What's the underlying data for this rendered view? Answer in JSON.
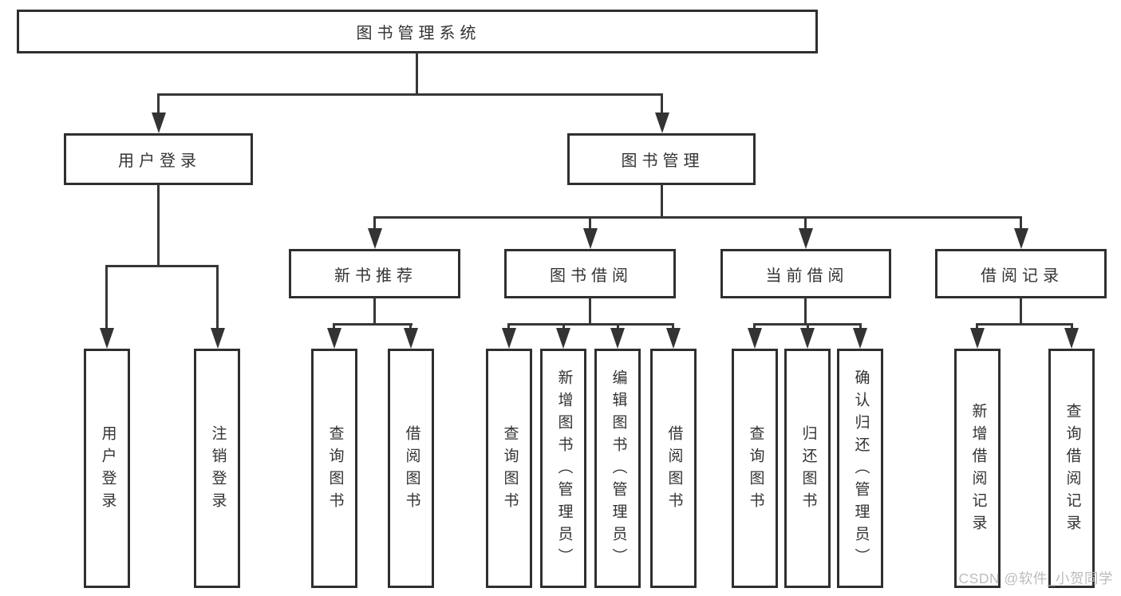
{
  "diagram": {
    "root": {
      "label": "图书管理系统"
    },
    "branches": [
      {
        "label": "用户登录",
        "children": [
          {
            "label": "用户登录"
          },
          {
            "label": "注销登录"
          }
        ]
      },
      {
        "label": "图书管理",
        "children": [
          {
            "label": "新书推荐",
            "children": [
              {
                "label": "查询图书"
              },
              {
                "label": "借阅图书"
              }
            ]
          },
          {
            "label": "图书借阅",
            "children": [
              {
                "label": "查询图书"
              },
              {
                "label": "新增图书（管理员）"
              },
              {
                "label": "编辑图书（管理员）"
              },
              {
                "label": "借阅图书"
              }
            ]
          },
          {
            "label": "当前借阅",
            "children": [
              {
                "label": "查询图书"
              },
              {
                "label": "归还图书"
              },
              {
                "label": "确认归还（管理员）"
              }
            ]
          },
          {
            "label": "借阅记录",
            "children": [
              {
                "label": "新增借阅记录"
              },
              {
                "label": "查询借阅记录"
              }
            ]
          }
        ]
      }
    ]
  },
  "watermark": {
    "text": "CSDN @软件_小贺同学"
  },
  "colors": {
    "line": "#373737",
    "box_border": "#2f2f2f",
    "box_fill": "#ffffff",
    "text": "#333333",
    "watermark": "#b9b9b9",
    "background": "#ffffff"
  }
}
